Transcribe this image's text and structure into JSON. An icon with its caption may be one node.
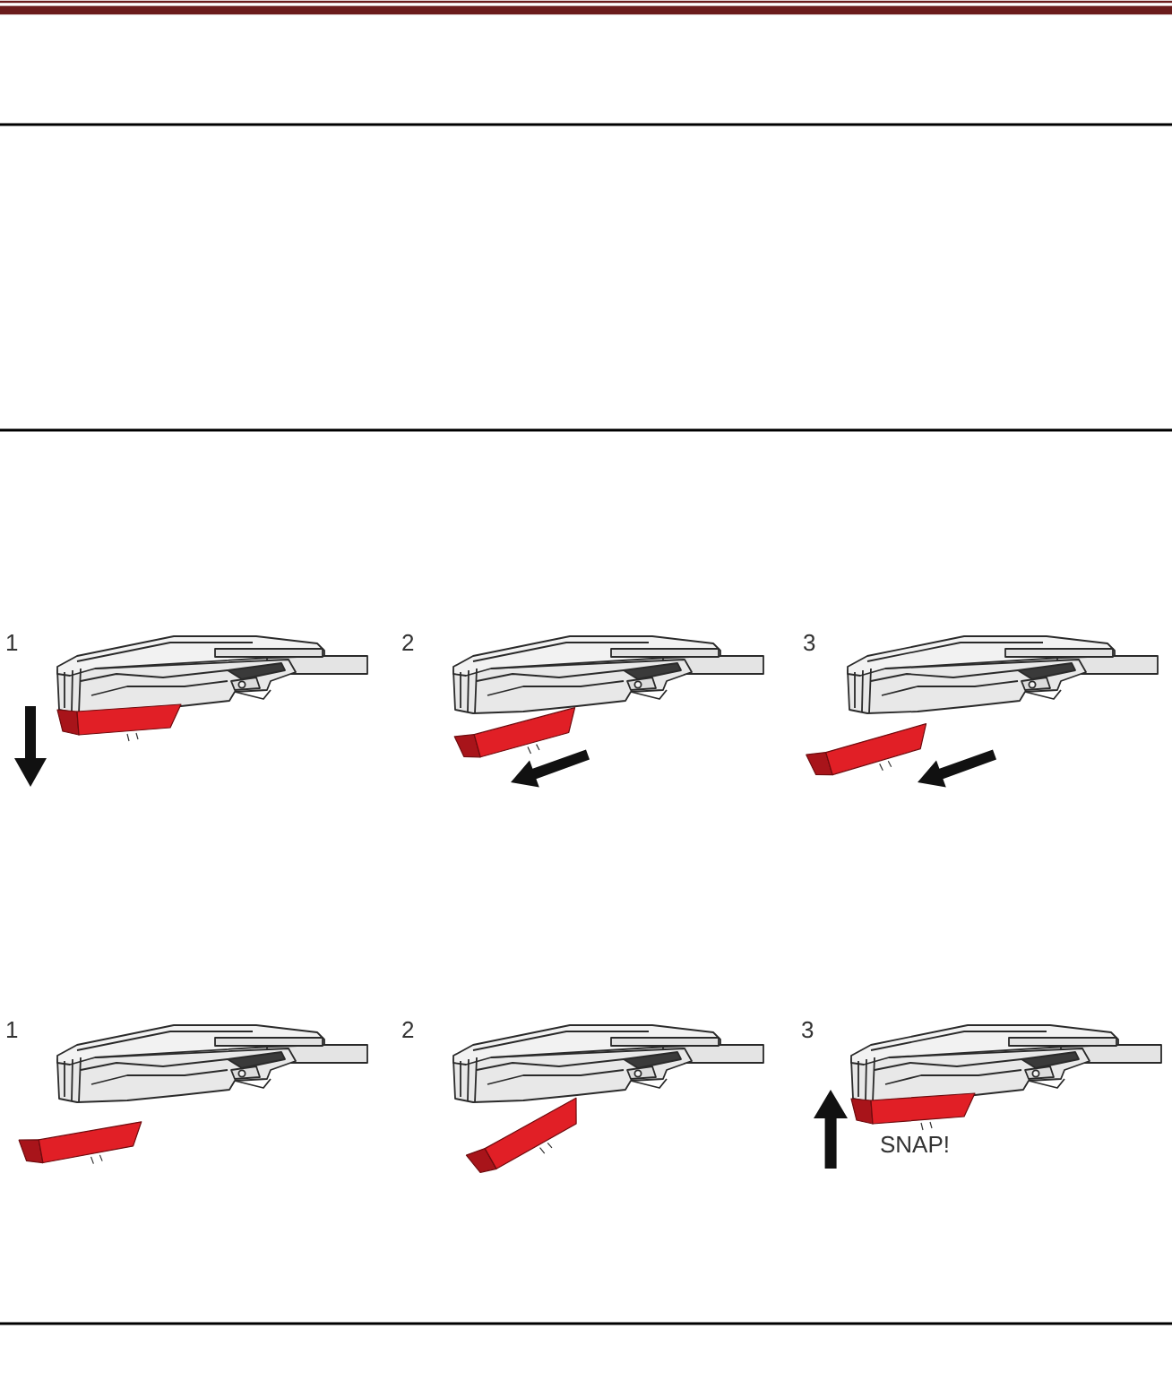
{
  "diagram": {
    "labels": [
      "1",
      "2",
      "3",
      "1",
      "2",
      "3",
      "SNAP!"
    ]
  }
}
